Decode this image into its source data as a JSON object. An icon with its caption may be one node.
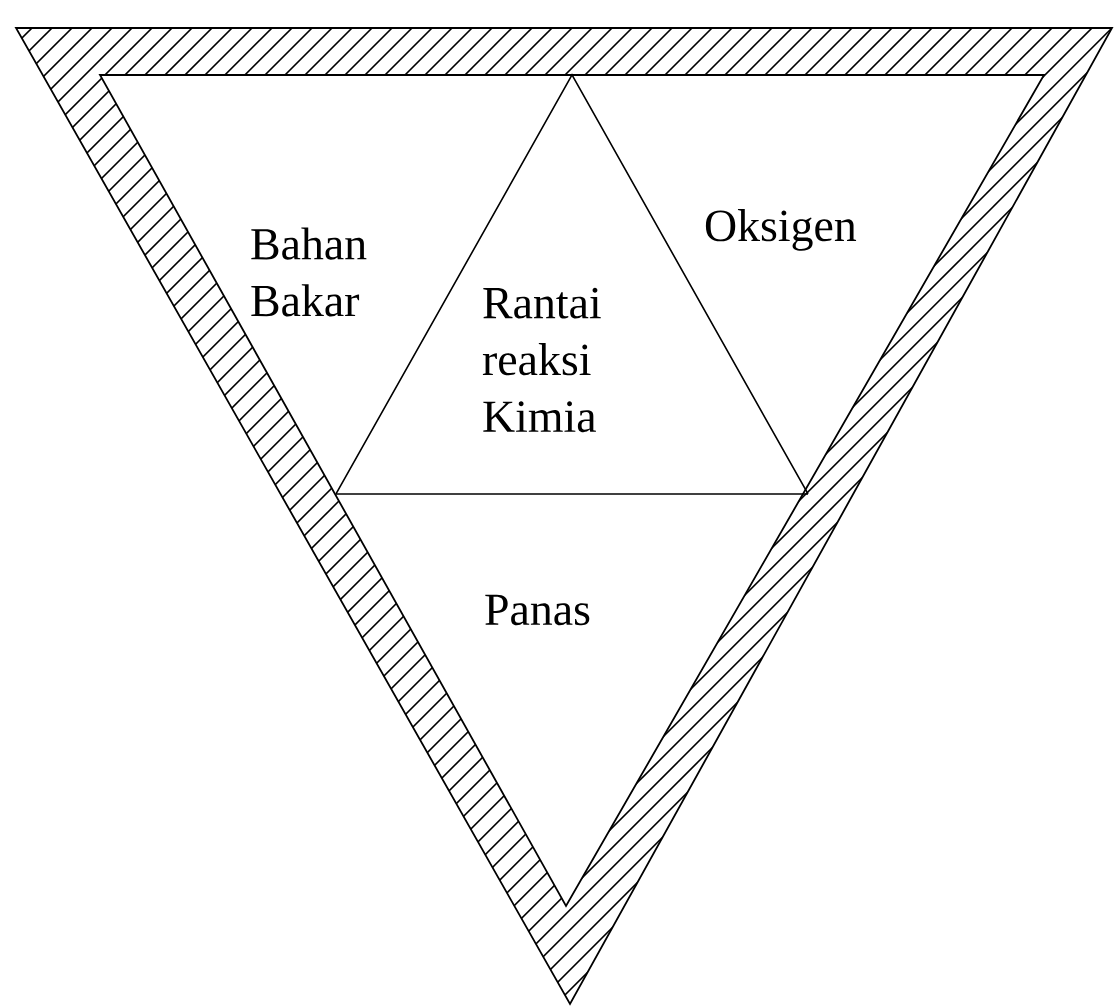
{
  "diagram": {
    "nodes": [
      {
        "text": [
          "Bahan Bakar"
        ]
      },
      {
        "text": [
          "Oksigen"
        ]
      },
      {
        "text": [
          "Rantai reaksi Kimia"
        ]
      },
      {
        "text": [
          "Panas"
        ]
      }
    ]
  }
}
